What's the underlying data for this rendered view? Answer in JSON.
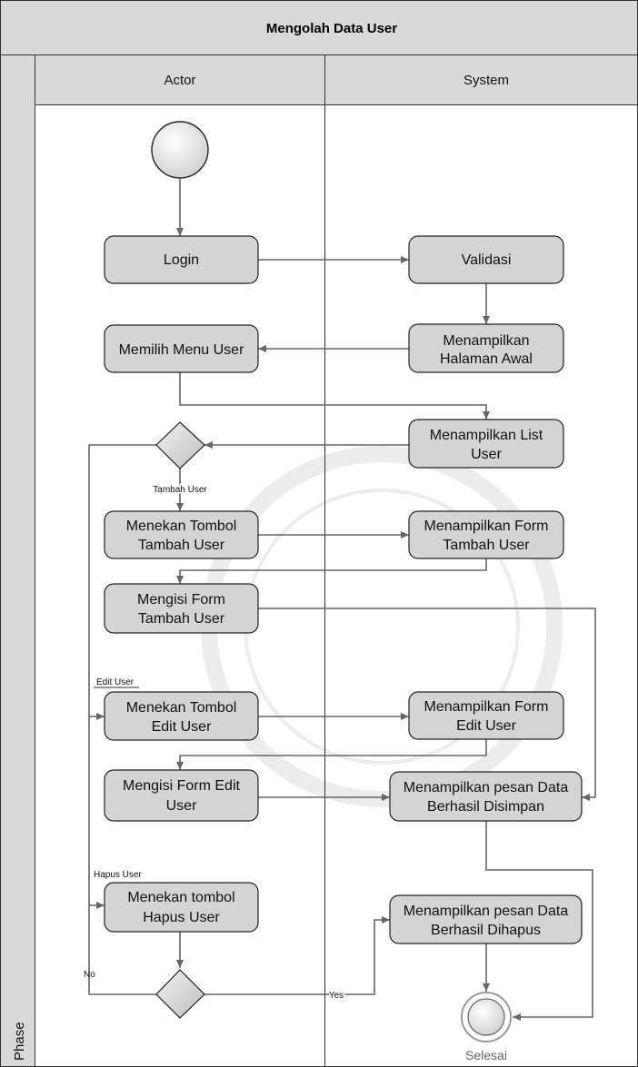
{
  "diagram": {
    "title": "Mengolah Data User",
    "phase_label": "Phase",
    "lanes": {
      "actor": "Actor",
      "system": "System"
    },
    "nodes": {
      "login": [
        "Login"
      ],
      "validasi": [
        "Validasi"
      ],
      "halaman_awal": [
        "Menampilkan",
        "Halaman Awal"
      ],
      "memilih_menu": [
        "Memilih Menu User"
      ],
      "list_user": [
        "Menampilkan List",
        "User"
      ],
      "tekan_tambah": [
        "Menekan Tombol",
        "Tambah User"
      ],
      "form_tambah": [
        "Menampilkan Form",
        "Tambah User"
      ],
      "isi_tambah": [
        "Mengisi Form",
        "Tambah User"
      ],
      "tekan_edit": [
        "Menekan Tombol",
        "Edit User"
      ],
      "form_edit": [
        "Menampilkan Form",
        "Edit User"
      ],
      "isi_edit": [
        "Mengisi Form Edit",
        "User"
      ],
      "pesan_simpan": [
        "Menampilkan pesan Data",
        "Berhasil Disimpan"
      ],
      "tekan_hapus": [
        "Menekan tombol",
        "Hapus User"
      ],
      "pesan_hapus": [
        "Menampilkan pesan Data",
        "Berhasil Dihapus"
      ]
    },
    "guards": {
      "tambah": "Tambah User",
      "edit": "Edit User",
      "hapus": "Hapus User",
      "no": "No",
      "yes": "Yes"
    },
    "end_label": "Selesai",
    "colors": {
      "node_fill": "#d4d4d4",
      "header_fill": "#d9d9d9",
      "edge": "#666666"
    }
  }
}
